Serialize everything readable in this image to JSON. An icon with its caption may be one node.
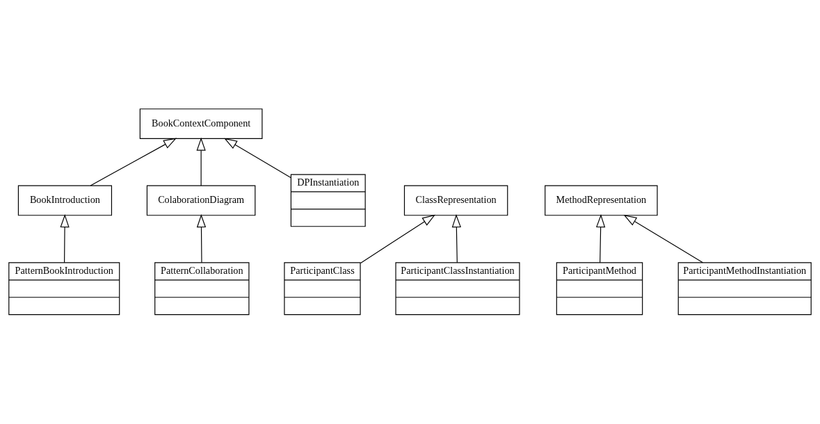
{
  "diagram": {
    "nodes": [
      {
        "text": [
          "BookContextComponent"
        ]
      },
      {
        "text": [
          "BookIntroduction"
        ]
      },
      {
        "text": [
          "ColaborationDiagram"
        ]
      },
      {
        "text": [
          "DPInstantiation"
        ]
      },
      {
        "text": [
          "PatternBookIntroduction"
        ]
      },
      {
        "text": [
          "PatternCollaboration"
        ]
      },
      {
        "text": [
          "ClassRepresentation"
        ]
      },
      {
        "text": [
          "ParticipantClass"
        ]
      },
      {
        "text": [
          "ParticipantClassInstantiation"
        ]
      },
      {
        "text": [
          "MethodRepresentation"
        ]
      },
      {
        "text": [
          "ParticipantMethod"
        ]
      },
      {
        "text": [
          "ParticipantMethodInstantiation"
        ]
      }
    ],
    "edges": [
      {
        "from": 1,
        "to": 0,
        "arrow": "to"
      },
      {
        "from": 2,
        "to": 0,
        "arrow": "to"
      },
      {
        "from": 3,
        "to": 0,
        "arrow": "to"
      },
      {
        "from": 4,
        "to": 1,
        "arrow": "to"
      },
      {
        "from": 5,
        "to": 2,
        "arrow": "to"
      },
      {
        "from": 7,
        "to": 6,
        "arrow": "to"
      },
      {
        "from": 8,
        "to": 6,
        "arrow": "to"
      },
      {
        "from": 10,
        "to": 9,
        "arrow": "to"
      },
      {
        "from": 11,
        "to": 9,
        "arrow": "to"
      }
    ]
  }
}
